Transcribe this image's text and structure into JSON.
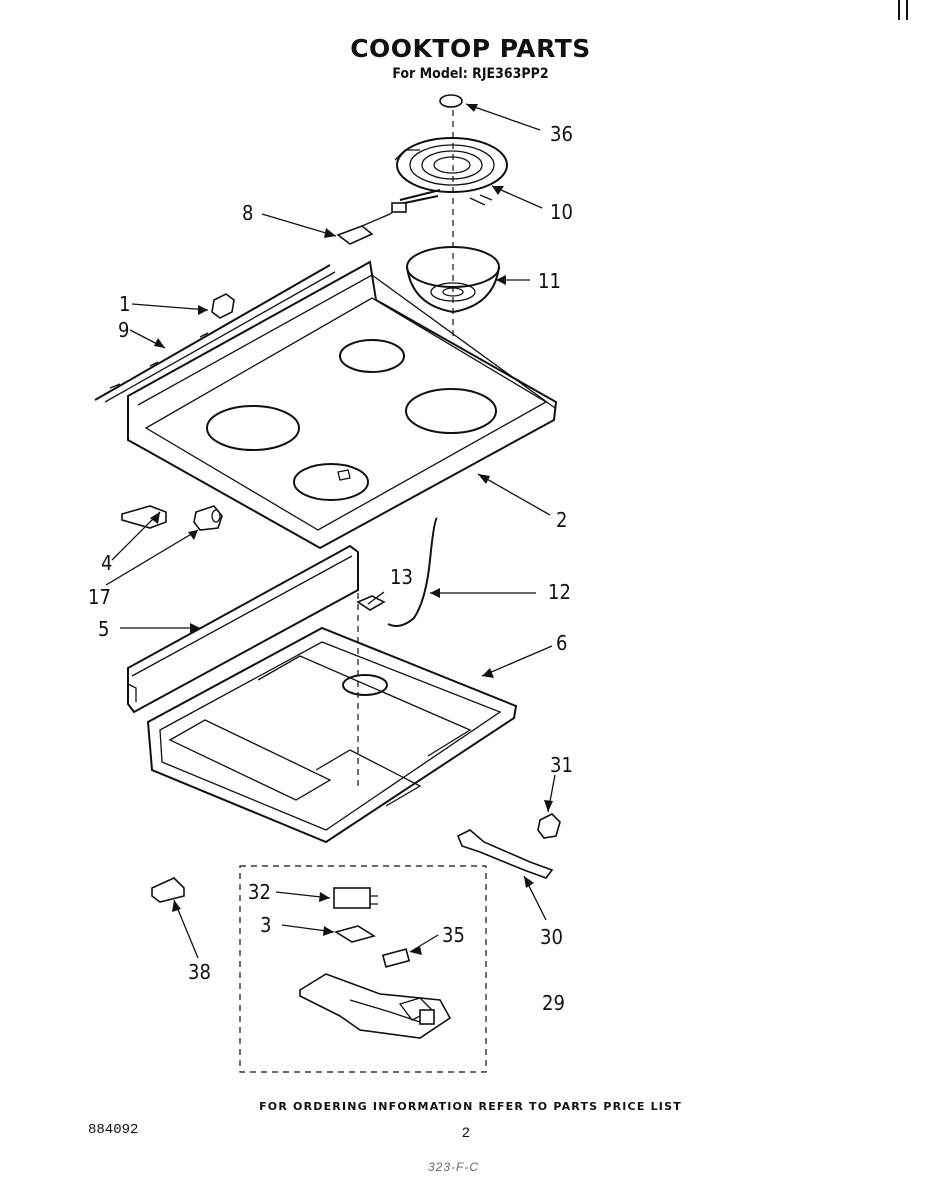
{
  "header": {
    "title": "COOKTOP PARTS",
    "subtitle": "For Model: RJE363PP2"
  },
  "callouts": [
    {
      "id": "36",
      "label": "36"
    },
    {
      "id": "10",
      "label": "10"
    },
    {
      "id": "8",
      "label": "8"
    },
    {
      "id": "11",
      "label": "11"
    },
    {
      "id": "1",
      "label": "1"
    },
    {
      "id": "9",
      "label": "9"
    },
    {
      "id": "2",
      "label": "2"
    },
    {
      "id": "4",
      "label": "4"
    },
    {
      "id": "17",
      "label": "17"
    },
    {
      "id": "13",
      "label": "13"
    },
    {
      "id": "12",
      "label": "12"
    },
    {
      "id": "5",
      "label": "5"
    },
    {
      "id": "6",
      "label": "6"
    },
    {
      "id": "31",
      "label": "31"
    },
    {
      "id": "32",
      "label": "32"
    },
    {
      "id": "3",
      "label": "3"
    },
    {
      "id": "35",
      "label": "35"
    },
    {
      "id": "30",
      "label": "30"
    },
    {
      "id": "38",
      "label": "38"
    },
    {
      "id": "29",
      "label": "29"
    }
  ],
  "footer": {
    "note": "FOR ORDERING INFORMATION REFER TO PARTS PRICE LIST",
    "doc_number": "884092",
    "page_number": "2",
    "scribble": "323-F-C"
  }
}
